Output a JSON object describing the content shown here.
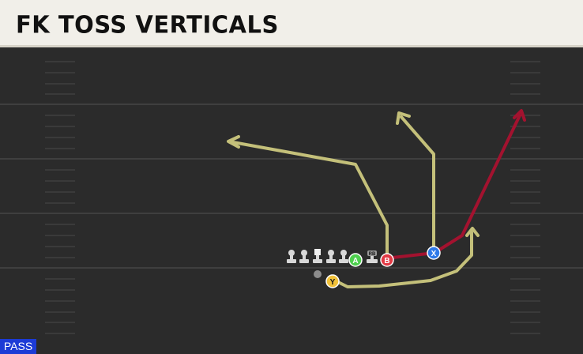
{
  "play": {
    "title": "FK TOSS VERTICALS",
    "type_badge": "PASS"
  },
  "players": {
    "A": {
      "label": "A",
      "color": "#4ecf4e"
    },
    "B": {
      "label": "B",
      "color": "#e23a45"
    },
    "X": {
      "label": "X",
      "color": "#2f7ae8"
    },
    "Y": {
      "label": "Y",
      "color": "#f2c23a"
    },
    "RB": {
      "label": "RB"
    }
  },
  "colors": {
    "field": "#2b2b2b",
    "yard_line": "#3f3f3f",
    "route_primary": "#c4c07a",
    "route_primary_read": "#a3122f",
    "header_bg": "#f1efe9"
  }
}
